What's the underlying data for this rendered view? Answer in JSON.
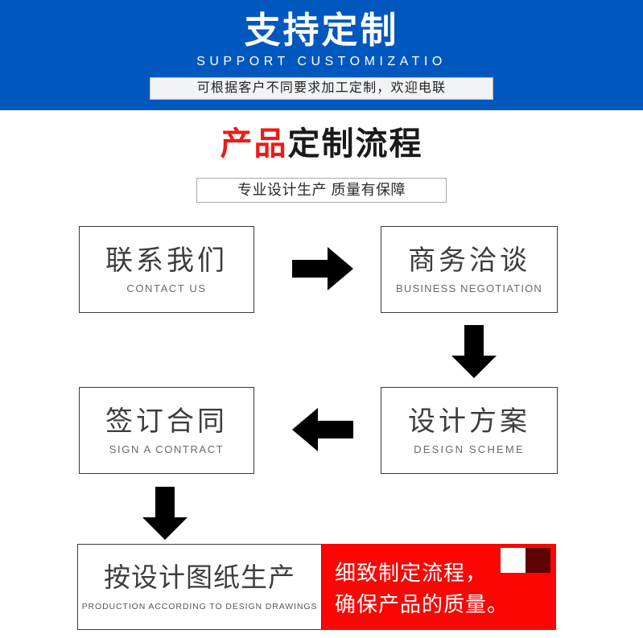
{
  "banner": {
    "title": "支持定制",
    "subtitle": "SUPPORT CUSTOMIZATIO",
    "badge": "可根据客户不同要求加工定制，欢迎电联",
    "background_color": "#0058be"
  },
  "section": {
    "title_highlight": "产品",
    "title_rest": "定制流程",
    "highlight_color": "#ee1b17",
    "subtitle": "专业设计生产 质量有保障"
  },
  "flow": {
    "steps": [
      {
        "cn": "联系我们",
        "en": "CONTACT US"
      },
      {
        "cn": "商务洽谈",
        "en": "BUSINESS  NEGOTIATION"
      },
      {
        "cn": "设计方案",
        "en": "DESIGN  SCHEME"
      },
      {
        "cn": "签订合同",
        "en": "SIGN A CONTRACT"
      },
      {
        "cn": "按设计图纸生产",
        "en": "PRODUCTION  ACCORDING  TO  DESIGN  DRAWINGS"
      }
    ],
    "arrows": [
      {
        "name": "arrow-right-icon",
        "direction": "right"
      },
      {
        "name": "arrow-down-icon",
        "direction": "down"
      },
      {
        "name": "arrow-left-icon",
        "direction": "left"
      },
      {
        "name": "arrow-down-icon",
        "direction": "down"
      }
    ]
  },
  "quality_panel": {
    "line1": "细致制定流程，",
    "line2": "确保产品的质量。",
    "background_color": "#fb0505",
    "mark_light_color": "#ffffff",
    "mark_dark_color": "#5e0303"
  }
}
